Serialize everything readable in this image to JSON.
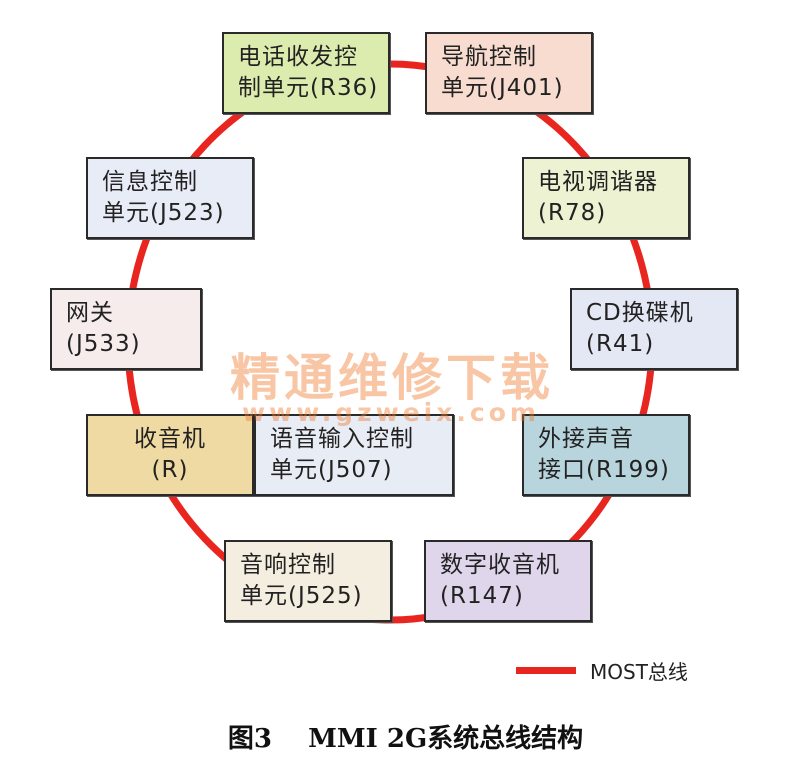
{
  "colors": {
    "bus": "#e8261f"
  },
  "nodes": [
    {
      "id": "phone",
      "lines": [
        "电话收发控",
        "制单元(R36)"
      ],
      "fill": "#dcecae"
    },
    {
      "id": "nav",
      "lines": [
        "导航控制",
        "单元(J401)"
      ],
      "fill": "#f8dcd0"
    },
    {
      "id": "tv",
      "lines": [
        "电视调谐器",
        "(R78)"
      ],
      "fill": "#ecf2d2"
    },
    {
      "id": "cd",
      "lines": [
        "CD换碟机",
        "(R41)"
      ],
      "fill": "#e4e8f4"
    },
    {
      "id": "aux",
      "lines": [
        "外接声音",
        "接口(R199)"
      ],
      "fill": "#b8d4dc"
    },
    {
      "id": "digradio",
      "lines": [
        "数字收音机",
        "(R147)"
      ],
      "fill": "#e0d6ec"
    },
    {
      "id": "audio",
      "lines": [
        "音响控制",
        "单元(J525)"
      ],
      "fill": "#f4eee0"
    },
    {
      "id": "radio",
      "lines": [
        "收音机",
        "(R)"
      ],
      "fill": "#f0daa4"
    },
    {
      "id": "voice",
      "lines": [
        "语音输入控制",
        "单元(J507)"
      ],
      "fill": "#e8ecf4"
    },
    {
      "id": "gateway",
      "lines": [
        "网关",
        "(J533)"
      ],
      "fill": "#f6ecec"
    },
    {
      "id": "info",
      "lines": [
        "信息控制",
        "单元(J523)"
      ],
      "fill": "#e8ecf6"
    }
  ],
  "watermark": {
    "title": "精通维修下载",
    "url": "www.gzweix.com"
  },
  "legend": {
    "label": "MOST总线"
  },
  "caption": "图3    MMI 2G系统总线结构"
}
